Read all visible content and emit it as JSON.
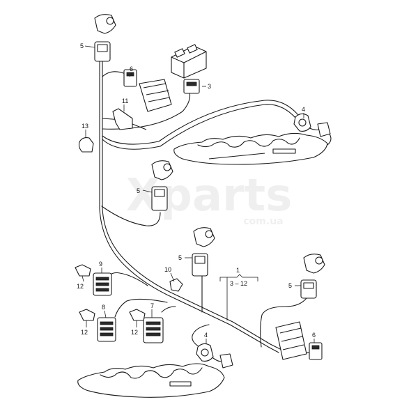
{
  "watermark": {
    "brand": "Xparts",
    "domain": "com.ua"
  },
  "callouts": {
    "c1": "1",
    "c1_range": "3 – 12",
    "c3": "3",
    "c4a": "4",
    "c4b": "4",
    "c5a": "5",
    "c5b": "5",
    "c5c": "5",
    "c5d": "5",
    "c6a": "6",
    "c6b": "6",
    "c7": "7",
    "c8": "8",
    "c9": "9",
    "c10": "10",
    "c11": "11",
    "c12a": "12",
    "c12b": "12",
    "c12c": "12",
    "c13": "13"
  }
}
